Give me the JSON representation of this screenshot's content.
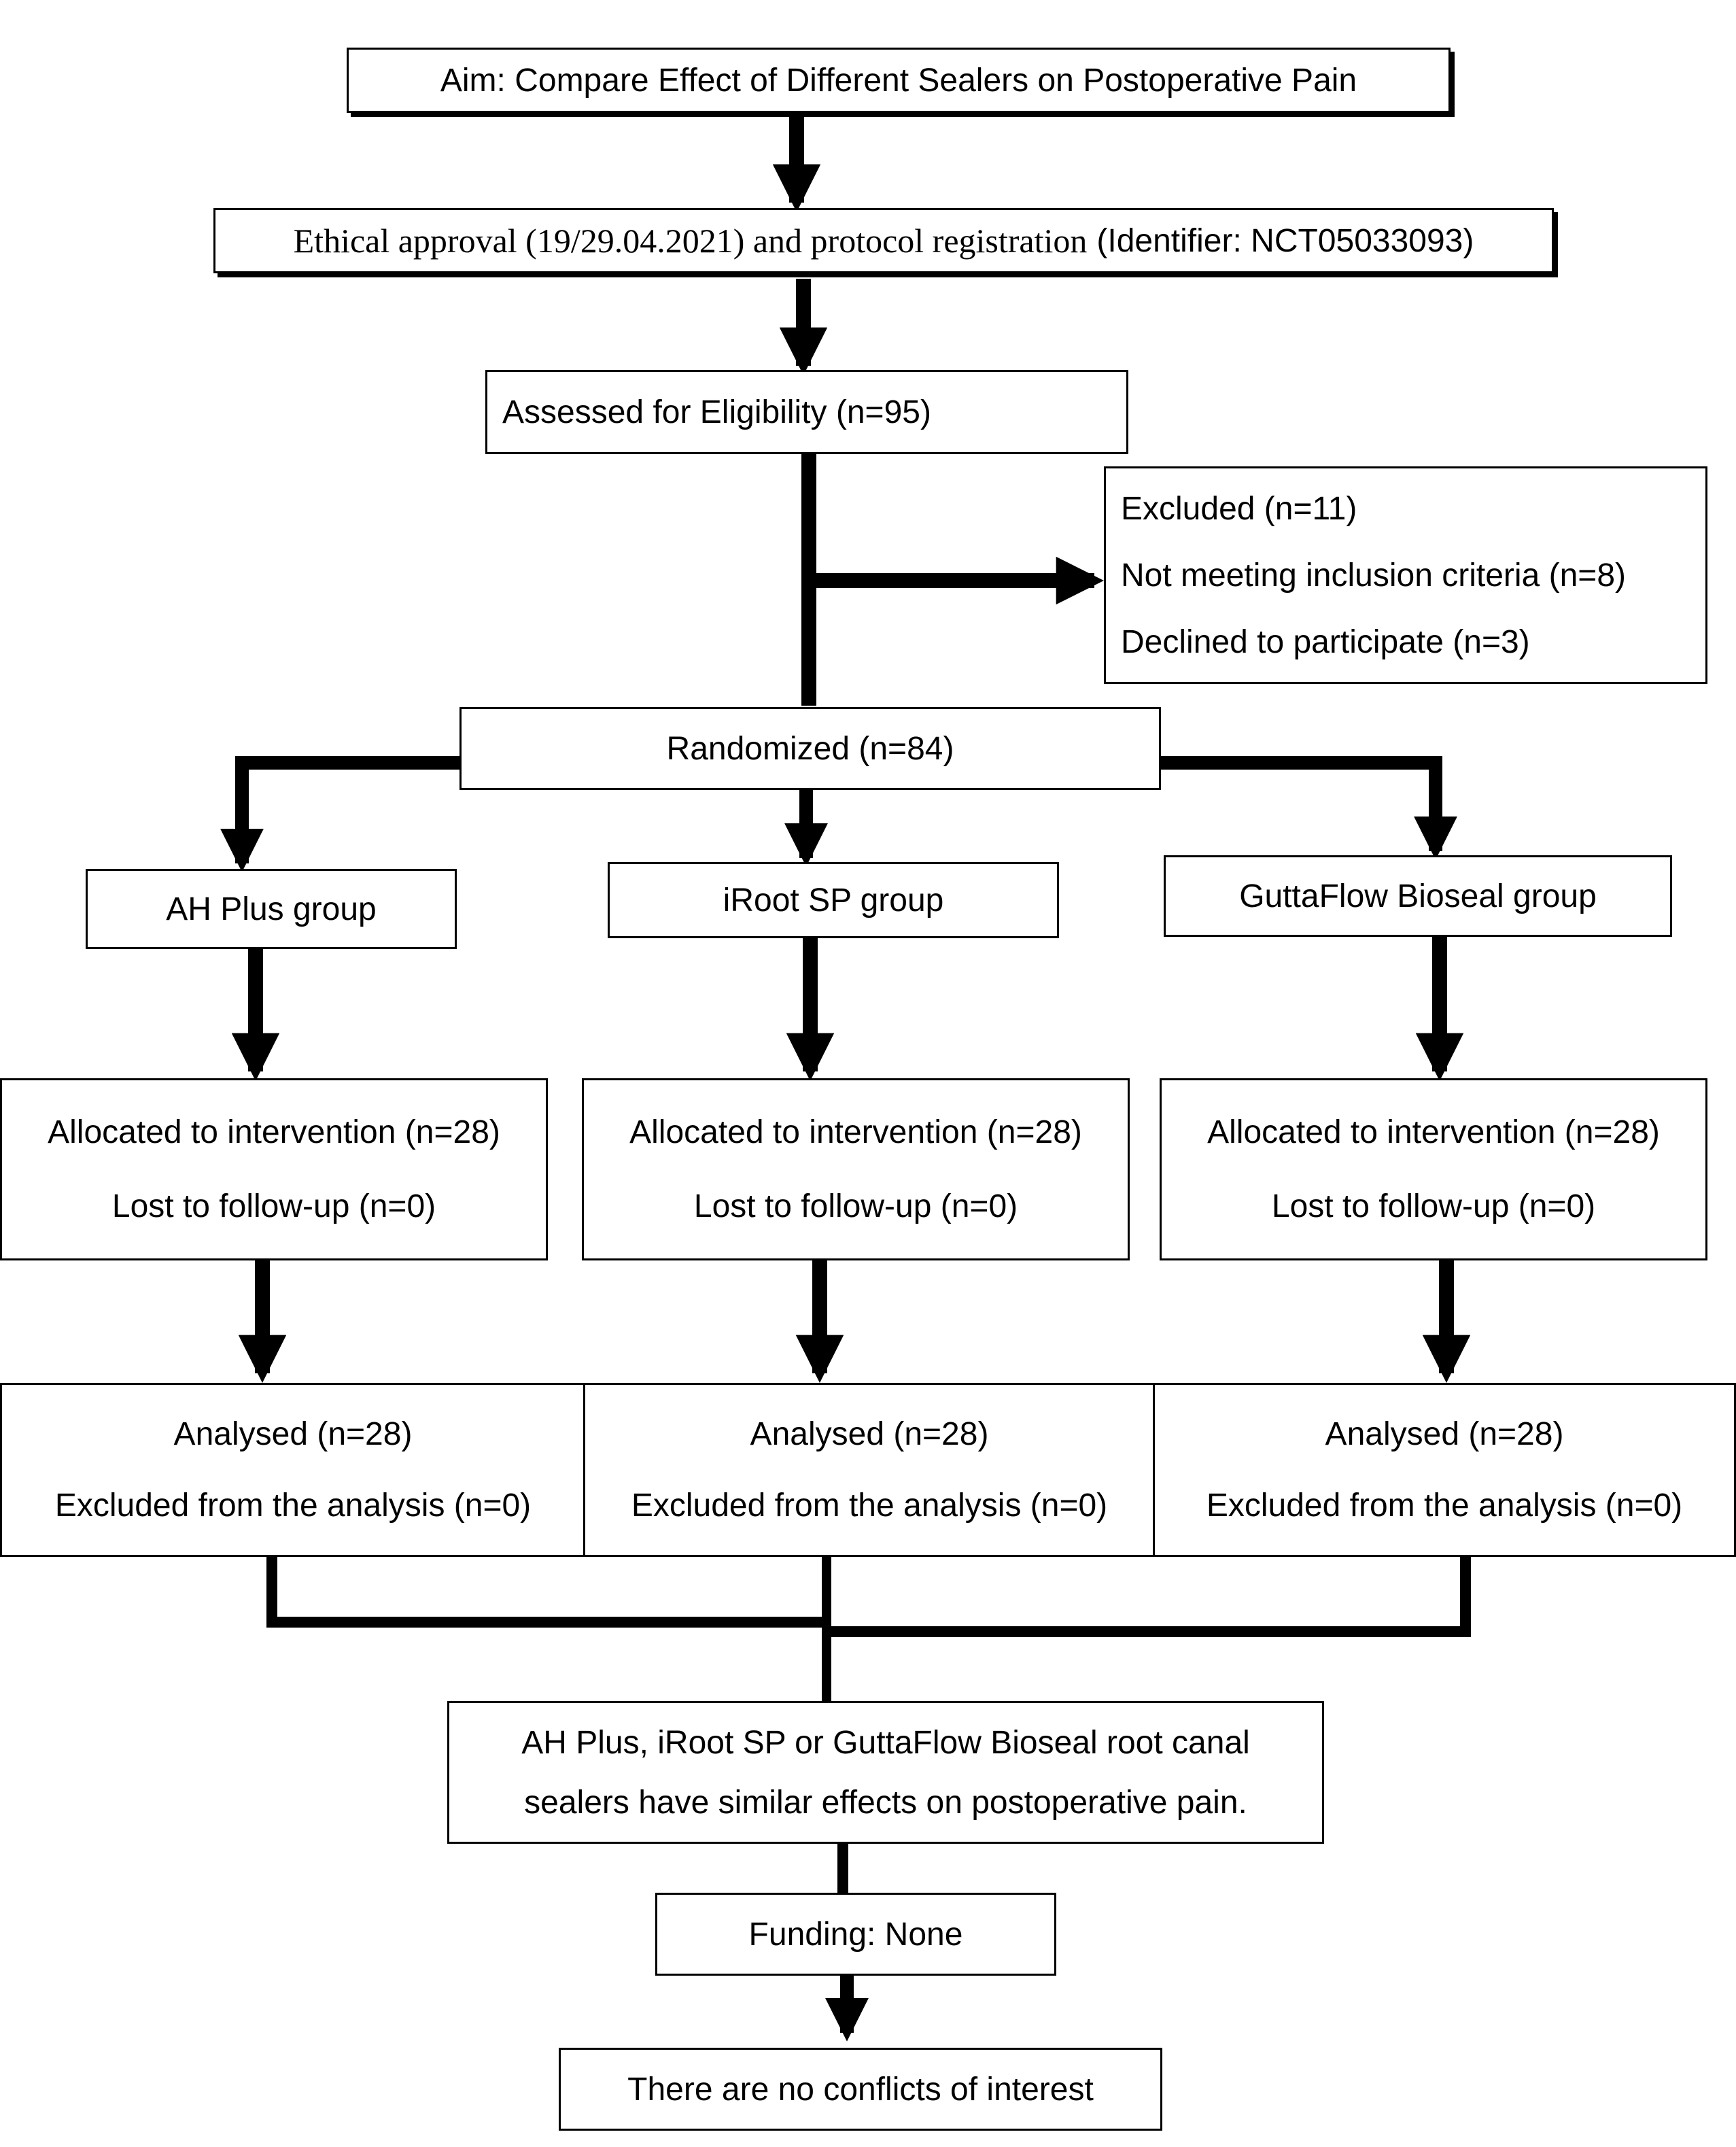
{
  "aim": "Aim: Compare Effect of Different Sealers on Postoperative Pain",
  "ethics": {
    "main": "Ethical approval (19/29.04.2021) and protocol registration",
    "identifier": "(Identifier: NCT05033093)"
  },
  "eligibility": "Assessed for Eligibility (n=95)",
  "excluded": {
    "total": "Excluded (n=11)",
    "criteria": "Not meeting inclusion criteria (n=8)",
    "declined": "Declined to participate (n=3)"
  },
  "randomized": "Randomized (n=84)",
  "groups": [
    {
      "name": "AH Plus group",
      "allocated": "Allocated to intervention (n=28)",
      "lost": "Lost to follow-up (n=0)",
      "analysed": "Analysed (n=28)",
      "excluded": "Excluded from the analysis (n=0)"
    },
    {
      "name": "iRoot SP group",
      "allocated": "Allocated to intervention (n=28)",
      "lost": "Lost to follow-up (n=0)",
      "analysed": "Analysed (n=28)",
      "excluded": "Excluded from the analysis (n=0)"
    },
    {
      "name": "GuttaFlow Bioseal group",
      "allocated": "Allocated to intervention (n=28)",
      "lost": "Lost to follow-up (n=0)",
      "analysed": "Analysed (n=28)",
      "excluded": "Excluded from the analysis (n=0)"
    }
  ],
  "conclusion": {
    "line1": "AH Plus, iRoot SP or GuttaFlow Bioseal root canal",
    "line2": "sealers have similar effects on postoperative pain."
  },
  "funding": "Funding: None",
  "conflicts": "There are no conflicts of interest"
}
